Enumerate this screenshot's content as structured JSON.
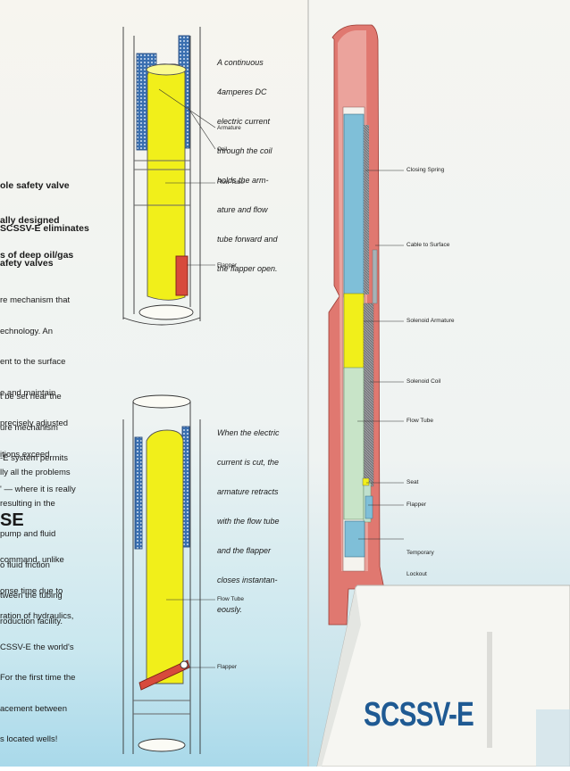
{
  "colors": {
    "paper_left": "#f7f5ef",
    "paper_right": "#f4f4f0",
    "sky_blue": "#bfe3ef",
    "valve_red": "#e07870",
    "yellow": "#f1ef1a",
    "blue_tube": "#7fbfd8",
    "green_tube": "#c8e4c8",
    "coil_blue": "#3a6fb0",
    "brand_blue": "#1f5a93"
  },
  "left_text": {
    "intro_bold": [
      "ole safety valve",
      "ally designed",
      "s of deep oil/gas"
    ],
    "eliminates_bold": [
      "SCSSV-E eliminates",
      "afety valves"
    ],
    "para1": [
      "re mechanism that",
      "echnology. An",
      "ent to the surface",
      "e and maintain",
      "precisely adjusted",
      "itions exceed"
    ],
    "para2": [
      "t be set near the",
      "ure mechanism",
      "-E system permits",
      "' — where it is really"
    ],
    "para3": [
      "lly all the problems",
      "resulting in the",
      "pump and fluid",
      "o fluid friction",
      "tween the tubing"
    ],
    "heading": "SE",
    "para4": [
      "command, unlike",
      "onse time due to",
      "roduction facility."
    ],
    "para5": [
      "ration of hydraulics,",
      "CSSV-E the world's",
      "For the first time the",
      "acement between",
      "s located wells!"
    ]
  },
  "upper_diagram": {
    "caption": [
      "A continuous",
      "4amperes DC",
      "electric current",
      "through the coil",
      "holds the arm-",
      "ature and flow",
      "tube forward and",
      "the flapper open."
    ],
    "labels": {
      "armature": "Armature",
      "coil": "Coil",
      "flow_tube": "Flow Tube",
      "flapper": "Flapper"
    }
  },
  "lower_diagram": {
    "caption": [
      "When the electric",
      "current is cut, the",
      "armature retracts",
      "with the flow tube",
      "and the flapper",
      "closes instantan-",
      "eously."
    ],
    "labels": {
      "flow_tube": "Flow Tube",
      "flapper": "Flapper"
    }
  },
  "right_diagram": {
    "labels": {
      "closing_spring": "Closing Spring",
      "cable": "Cable to Surface",
      "solenoid_armature": "Solenoid Armature",
      "solenoid_coil": "Solenoid Coil",
      "flow_tube": "Flow Tube",
      "seat": "Seat",
      "flapper": "Flapper",
      "temporary_lockout": [
        "Temporary",
        "Lockout"
      ]
    }
  },
  "brand": "SCSSV-E"
}
